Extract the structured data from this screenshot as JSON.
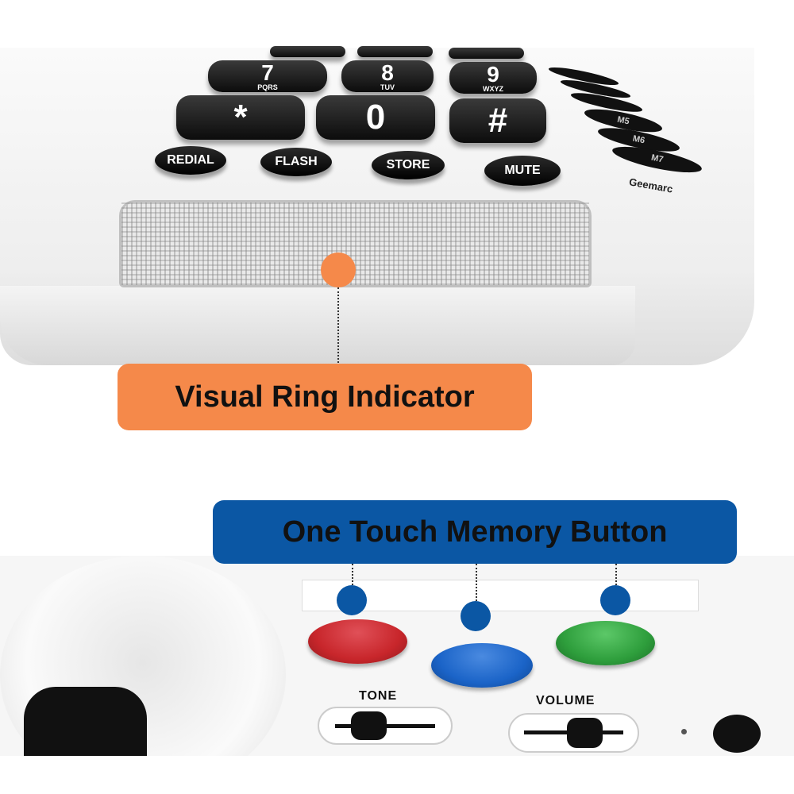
{
  "keypad": {
    "top_row": [
      {
        "digit": "7",
        "letters": "PQRS"
      },
      {
        "digit": "8",
        "letters": "TUV"
      },
      {
        "digit": "9",
        "letters": "WXYZ"
      }
    ],
    "bottom_row": [
      {
        "digit": "*"
      },
      {
        "digit": "0"
      },
      {
        "digit": "#"
      }
    ],
    "function_buttons": [
      "REDIAL",
      "FLASH",
      "STORE",
      "MUTE"
    ],
    "memory_keys": [
      "M5",
      "M6",
      "M7"
    ],
    "brand": "Geemarc"
  },
  "callouts": {
    "ring_indicator": "Visual Ring Indicator",
    "memory_buttons": "One Touch Memory Button"
  },
  "controls": {
    "tone": "TONE",
    "volume": "VOLUME"
  },
  "colors": {
    "orange": "#F5894A",
    "blue": "#0B57A4",
    "red": "#C8262B",
    "memory_blue": "#1B64C8",
    "green": "#2E9E3C"
  }
}
